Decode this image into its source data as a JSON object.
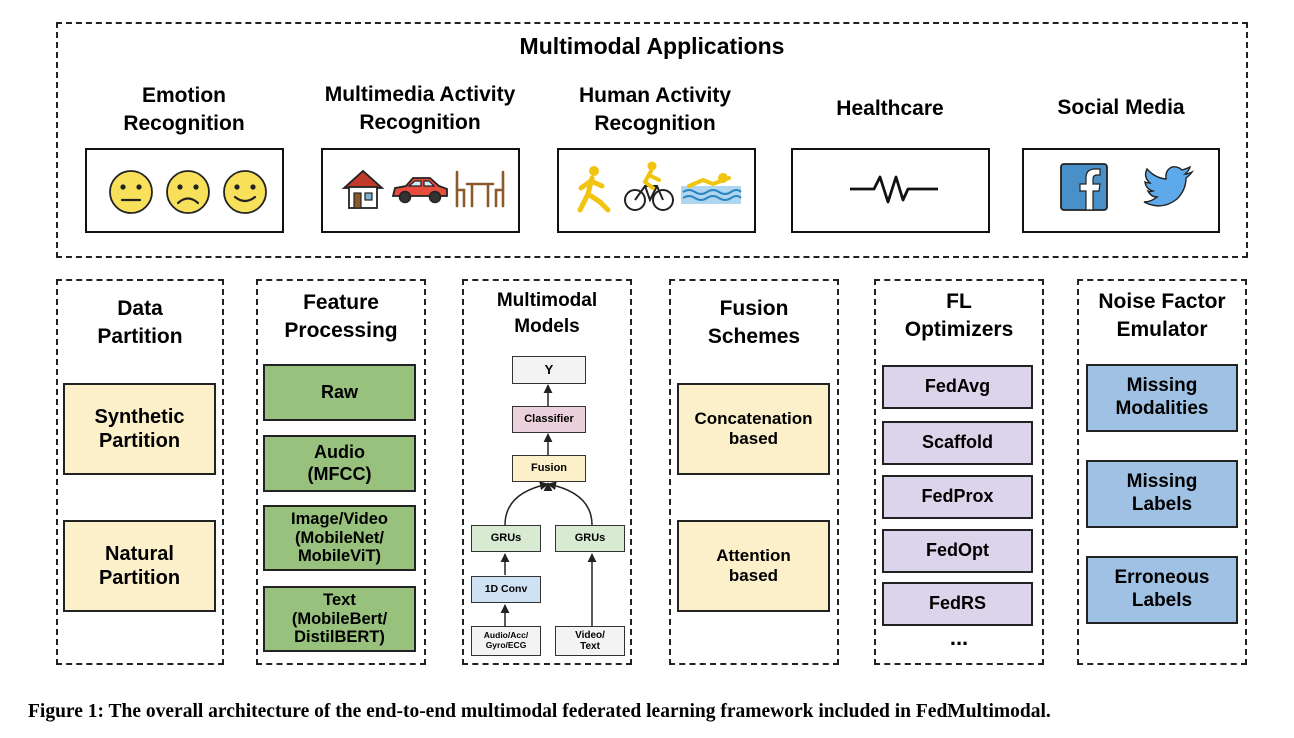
{
  "applications": {
    "title": "Multimodal Applications",
    "items": [
      {
        "label": "Emotion\nRecognition",
        "icons": [
          "neutral-face-icon",
          "sad-face-icon",
          "smile-face-icon"
        ]
      },
      {
        "label": "Multimedia Activity\nRecognition",
        "icons": [
          "house-icon",
          "car-icon",
          "dining-table-icon"
        ]
      },
      {
        "label": "Human Activity\nRecognition",
        "icons": [
          "walking-person-icon",
          "cyclist-icon",
          "swimmer-icon"
        ]
      },
      {
        "label": "Healthcare",
        "icons": [
          "ecg-pulse-icon"
        ]
      },
      {
        "label": "Social Media",
        "icons": [
          "facebook-icon",
          "twitter-icon"
        ]
      }
    ]
  },
  "columns": {
    "data_partition": {
      "title": "Data\nPartition",
      "items": [
        "Synthetic\nPartition",
        "Natural\nPartition"
      ]
    },
    "feature_processing": {
      "title": "Feature\nProcessing",
      "items": [
        "Raw",
        "Audio\n(MFCC)",
        "Image/Video\n(MobileNet/\nMobileViT)",
        "Text\n(MobileBert/\nDistilBERT)"
      ]
    },
    "multimodal_models": {
      "title": "Multimodal\nModels",
      "y": "Y",
      "classifier": "Classifier",
      "fusion": "Fusion",
      "gru_left": "GRUs",
      "gru_right": "GRUs",
      "conv": "1D Conv",
      "input_left": "Audio/Acc/\nGyro/ECG",
      "input_right": "Video/\nText"
    },
    "fusion_schemes": {
      "title": "Fusion\nSchemes",
      "items": [
        "Concatenation\nbased",
        "Attention\nbased"
      ]
    },
    "fl_optimizers": {
      "title": "FL\nOptimizers",
      "items": [
        "FedAvg",
        "Scaffold",
        "FedProx",
        "FedOpt",
        "FedRS"
      ],
      "more": "..."
    },
    "noise_emulator": {
      "title": "Noise Factor\nEmulator",
      "items": [
        "Missing\nModalities",
        "Missing\nLabels",
        "Erroneous\nLabels"
      ]
    }
  },
  "caption": "Figure 1: The overall architecture of the end-to-end multimodal federated learning framework included in FedMultimodal.",
  "colors": {
    "feature_green": "#97c17d",
    "partition_yellow": "#fcf0cb",
    "optimizer_purple": "#dcd4ea",
    "noise_blue": "#9fc1e3",
    "classifier_pink": "#ead1dc",
    "conv_blue": "#cfe2f3",
    "gru_green": "#d9ead3",
    "emoji_yellow": "#f7e05a"
  }
}
